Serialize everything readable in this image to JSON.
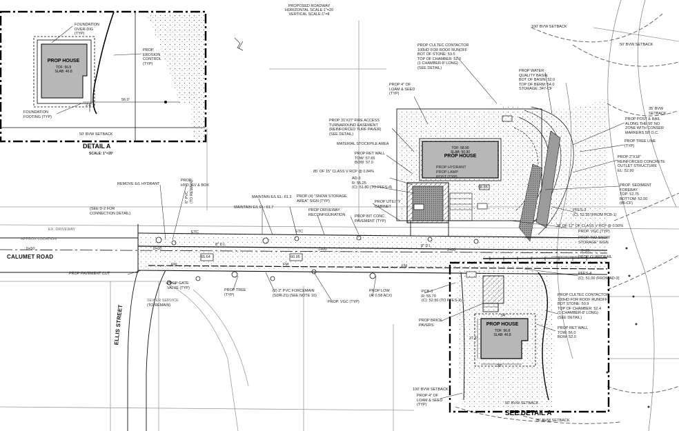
{
  "header": {
    "proposed_roadway": "PROPOSED ROADWAY",
    "horizontal_scale": "HORIZONTAL SCALE:1\"=20",
    "vertical_scale": "VERTICAL SCALE:1\"=8"
  },
  "detail_a": {
    "title": "DETAIL A",
    "scale": "SCALE: 1\"=20'",
    "house_title": "PROP HOUSE",
    "house_tof": "TOF: 56.8",
    "house_slab": "SLAB: 46.8",
    "foundation_overdig": "FOUNDATION\nOVER-DIG\n(TYP)",
    "erosion_control": "PROP.\nEROSION\nCONTROL\n(TYP)",
    "foundation_footing": "FOUNDATION\nFOOTING (TYP)",
    "setback": "50' BVW SETBACK",
    "dim_56": "56.0'",
    "dim_24": "2.4'"
  },
  "roads": {
    "calumet": "CALUMET ROAD",
    "ellis": "ELLIS STREET"
  },
  "house_upper": {
    "title": "PROP HOUSE",
    "tof": "TOF: 58.90",
    "slab": "SLAB: 50.90"
  },
  "house_lower": {
    "title": "PROP HOUSE",
    "tof": "TOF: 56.8",
    "slab": "SLAB: 46.8",
    "dim_375": "37.5'",
    "dim_30": "30'",
    "dim_54": "54'"
  },
  "see_detail": "SEE DETAIL A",
  "labels": {
    "cultec_upper": "PROP CULTEC CONTACTOR\n100HD FOR ROOF RUNOFF\nBOT OF STONE: 53.5\nTOP OF CHAMBER: 52.0\n(1 CHAMBER-8' LONG)\n(SEE DETAIL)",
    "water_quality": "PROP WATER\nQUALITY BASIN\nBOT OF BASIN: 52.0\nTOP OF BERM: 54.0\nSTORAGE: 347-CF",
    "loam_seed_upper": "PROP 4\" OF\nLOAM & SEED\n(TYP)",
    "fire_access": "PROP 31'x27' FIRE ACCESS\nTURNAROUND EASEMENT\n(REINFORCED TURF PAVER)\n(SEE DETAIL)",
    "stockpile": "MATERIAL STOCKPILE AREA",
    "ret_wall_upper": "PROP RET WALL\nTOW: 57.65\nBOW: 57.0",
    "hydrant": "PROP HYDRANT",
    "lamp_post": "PROP LAMP\nPOST (TYP)",
    "rcp_85": "85' OF 15\" CLASS V RCP @ 0.84%",
    "ad3": "AD-3\nR: 55.25\n(C): 51.80 (TO PFES-4)",
    "remove_hydrant": "REMOVE E/L HYDRANT",
    "hyd_gv_box": "PROP\nHYD, GV & BOX",
    "maintain_613": "MAINTAIN E/L EL: 61.3",
    "maintain_617": "MAINTAIN E/L EL: 61.7",
    "snow_storage": "PROP (4) \"SNOW STORAGE\nAREA\" SIGN (TYP)",
    "driveway_reconfig": "PROP DRIVEWAY\nRECONFIGURATION",
    "utility_cabinet": "PROP UTILITY\nCABINET",
    "bit_conc": "PROP BIT CONC\nPAVEMENT (TYP)",
    "pvc_6": "6\" PVC\n(TO REMAIN)",
    "see_d2": "(SEE D-2 FOR\nCONNECTION DETAIL)",
    "pavement_cut": "PROP PAVEMENT CUT",
    "gate_valve": "PROP GATE\nVALVE (TYP)",
    "to_remain": "(TO REMAIN)",
    "prop_tree": "PROP TREE\n(TYP)",
    "forcemain": "(2) 2\" PVC FORCEMAIN\n(SDR-21) (SEE NOTE 16)",
    "vgc_lower": "PROP. VGC (TYP)",
    "prop_low": "PROP LOW\n(A: 0.58 AC±)",
    "pcb3": "PCB-3\nR: 55.70\n(C): 52.50 (TO PFES-2)",
    "brick_pavers": "PROP BRICK\nPAVERS",
    "loam_seed_lower": "PROP 4\" OF\nLOAM & SEED\n(TYP)",
    "post_rail": "PROP POST & RAIL\nALONG THE 50' NO\nZONE WITH CONSER\nMARKERS 50' O.C.",
    "tree_line": "PROP TREE LINE\n(TYP)",
    "riprap": "PROP 2\"x18\"\nREINFORCED CONCRETE\nOUTLET STRUCTURE\nEL: 52.90",
    "forebay": "PROP. SEDIMENT\nFOREBAY\nTOP: 52.75\nBOTTOM: 52.00\n(85-CF)",
    "pfes3": "PFES-3\n(C): 52.35 (FROM PCB-1)",
    "rcp_30": "30' OF 12\" OF CLASS V RCP @ 0.50%",
    "vgc_upper": "PROP. VGC (TYP)",
    "no_snow": "PROP \"NO SNOW\nSTORAGE\" SIGN",
    "guardrail": "PROP GUARDRAIL",
    "pfes4": "PFES-4\n(C): 51.00 (FROM AD-3)",
    "cultec_lower": "PROP CULTEC CONTACTOR\n100HD FOR ROOF RUNOFF\nBOT STONE: 50.9\nTOP OF CHAMBER: 52.4\n(1 CHAMBER-8' LONG)\n(SEE DETAIL)",
    "ret_wall_lower": "PROP RET WALL\nTOW: 56.0\nBOW: 52.0",
    "setback_100_top": "100' BVW SETBACK",
    "setback_50_top": "50' BVW SETBACK",
    "setback_35_top": "35' BVW SETBACK",
    "setback_100_bottom": "100' BVW SETBACK",
    "setback_50_bottom": "50' BVW SETBACK",
    "setback_35_bottom": "35' BVW SETBACK",
    "ex_driveway": "EX. DRIVEWAY",
    "approx_location": "APPROX LOCATION",
    "sewer_service": "SEWER SERVICE",
    "elev_6564": "65.64",
    "elev_6095": "60.95",
    "elev_5685": "56.85",
    "etc1": "ETC",
    "etc2": "ETC",
    "di_1": "8\" D.I.",
    "di_2": "8\" D.I.",
    "fm_1": "FM",
    "fm_2": "FM",
    "fm_3": "FM",
    "sta_0": "0+00",
    "sta_050": "0+50",
    "sta_100": "1+00",
    "sta_200": "2+00",
    "sta_300": "3+00"
  },
  "colors": {
    "line": "#111111",
    "house_fill": "#b7b7b7",
    "faint_line": "#8a8a8a",
    "paper": "#ffffff"
  }
}
